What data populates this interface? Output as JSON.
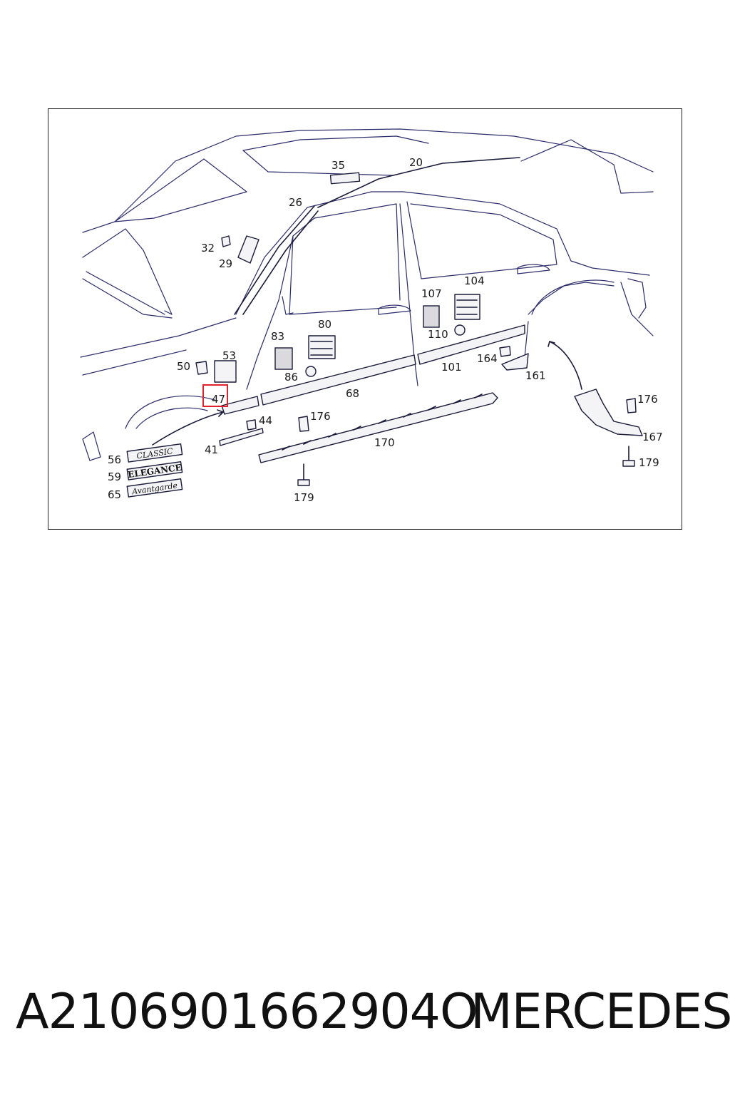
{
  "diagram": {
    "labels": {
      "p20": "20",
      "p26": "26",
      "p29": "29",
      "p32": "32",
      "p35": "35",
      "p41": "41",
      "p44": "44",
      "p47": "47",
      "p50": "50",
      "p53": "53",
      "p56": "56",
      "p59": "59",
      "p65": "65",
      "p68": "68",
      "p80": "80",
      "p83": "83",
      "p86": "86",
      "p101": "101",
      "p104": "104",
      "p107": "107",
      "p110": "110",
      "p161": "161",
      "p164": "164",
      "p167": "167",
      "p170": "170",
      "p176a": "176",
      "p176b": "176",
      "p179a": "179",
      "p179b": "179"
    },
    "badges": {
      "classic": "CLASSIC",
      "elegance": "ELEGANCE",
      "avantgarde": "Avantgarde"
    },
    "highlight_color": "#e0202a",
    "line_color": "#2b2b6b"
  },
  "footer": {
    "part_number": "A2106901662904O",
    "brand": "MERCEDES"
  }
}
